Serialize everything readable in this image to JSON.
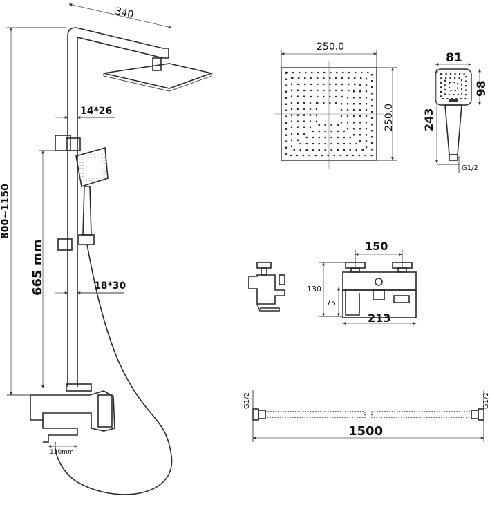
{
  "dimensions": {
    "top_arm": "340",
    "overall_height": "800~1150",
    "rail_spacing": "665 mm",
    "upper_pipe": "14*26",
    "lower_pipe": "18*30",
    "spout": "120mm",
    "head_width": "250.0",
    "head_height": "250.0",
    "hand_width": "81",
    "hand_head_height": "98",
    "hand_length": "243",
    "hand_thread": "G1/2",
    "mixer_centers": "150",
    "mixer_height": "130",
    "mixer_outlet": "75",
    "mixer_length": "213",
    "hose_length": "1500",
    "hose_thread_left": "G1/2",
    "hose_thread_right": "G1/2"
  },
  "colors": {
    "line": "#2b2b2b",
    "background": "#ffffff"
  }
}
